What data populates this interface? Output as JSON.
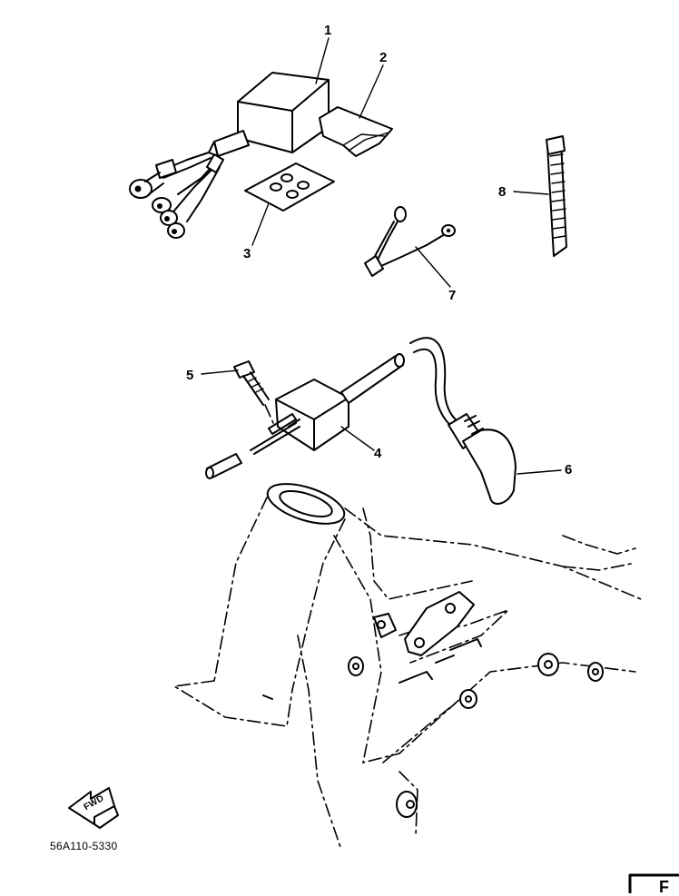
{
  "callouts": [
    {
      "id": "part-1-callout",
      "label": "1"
    },
    {
      "id": "part-2-callout",
      "label": "2"
    },
    {
      "id": "part-3-callout",
      "label": "3"
    },
    {
      "id": "part-4-callout",
      "label": "4"
    },
    {
      "id": "part-5-callout",
      "label": "5"
    },
    {
      "id": "part-6-callout",
      "label": "6"
    },
    {
      "id": "part-7-callout",
      "label": "7"
    },
    {
      "id": "part-8-callout",
      "label": "8"
    }
  ],
  "forward_arrow": {
    "text": "FWD"
  },
  "drawing_code": "56A110-5330",
  "corner_mark": "F"
}
